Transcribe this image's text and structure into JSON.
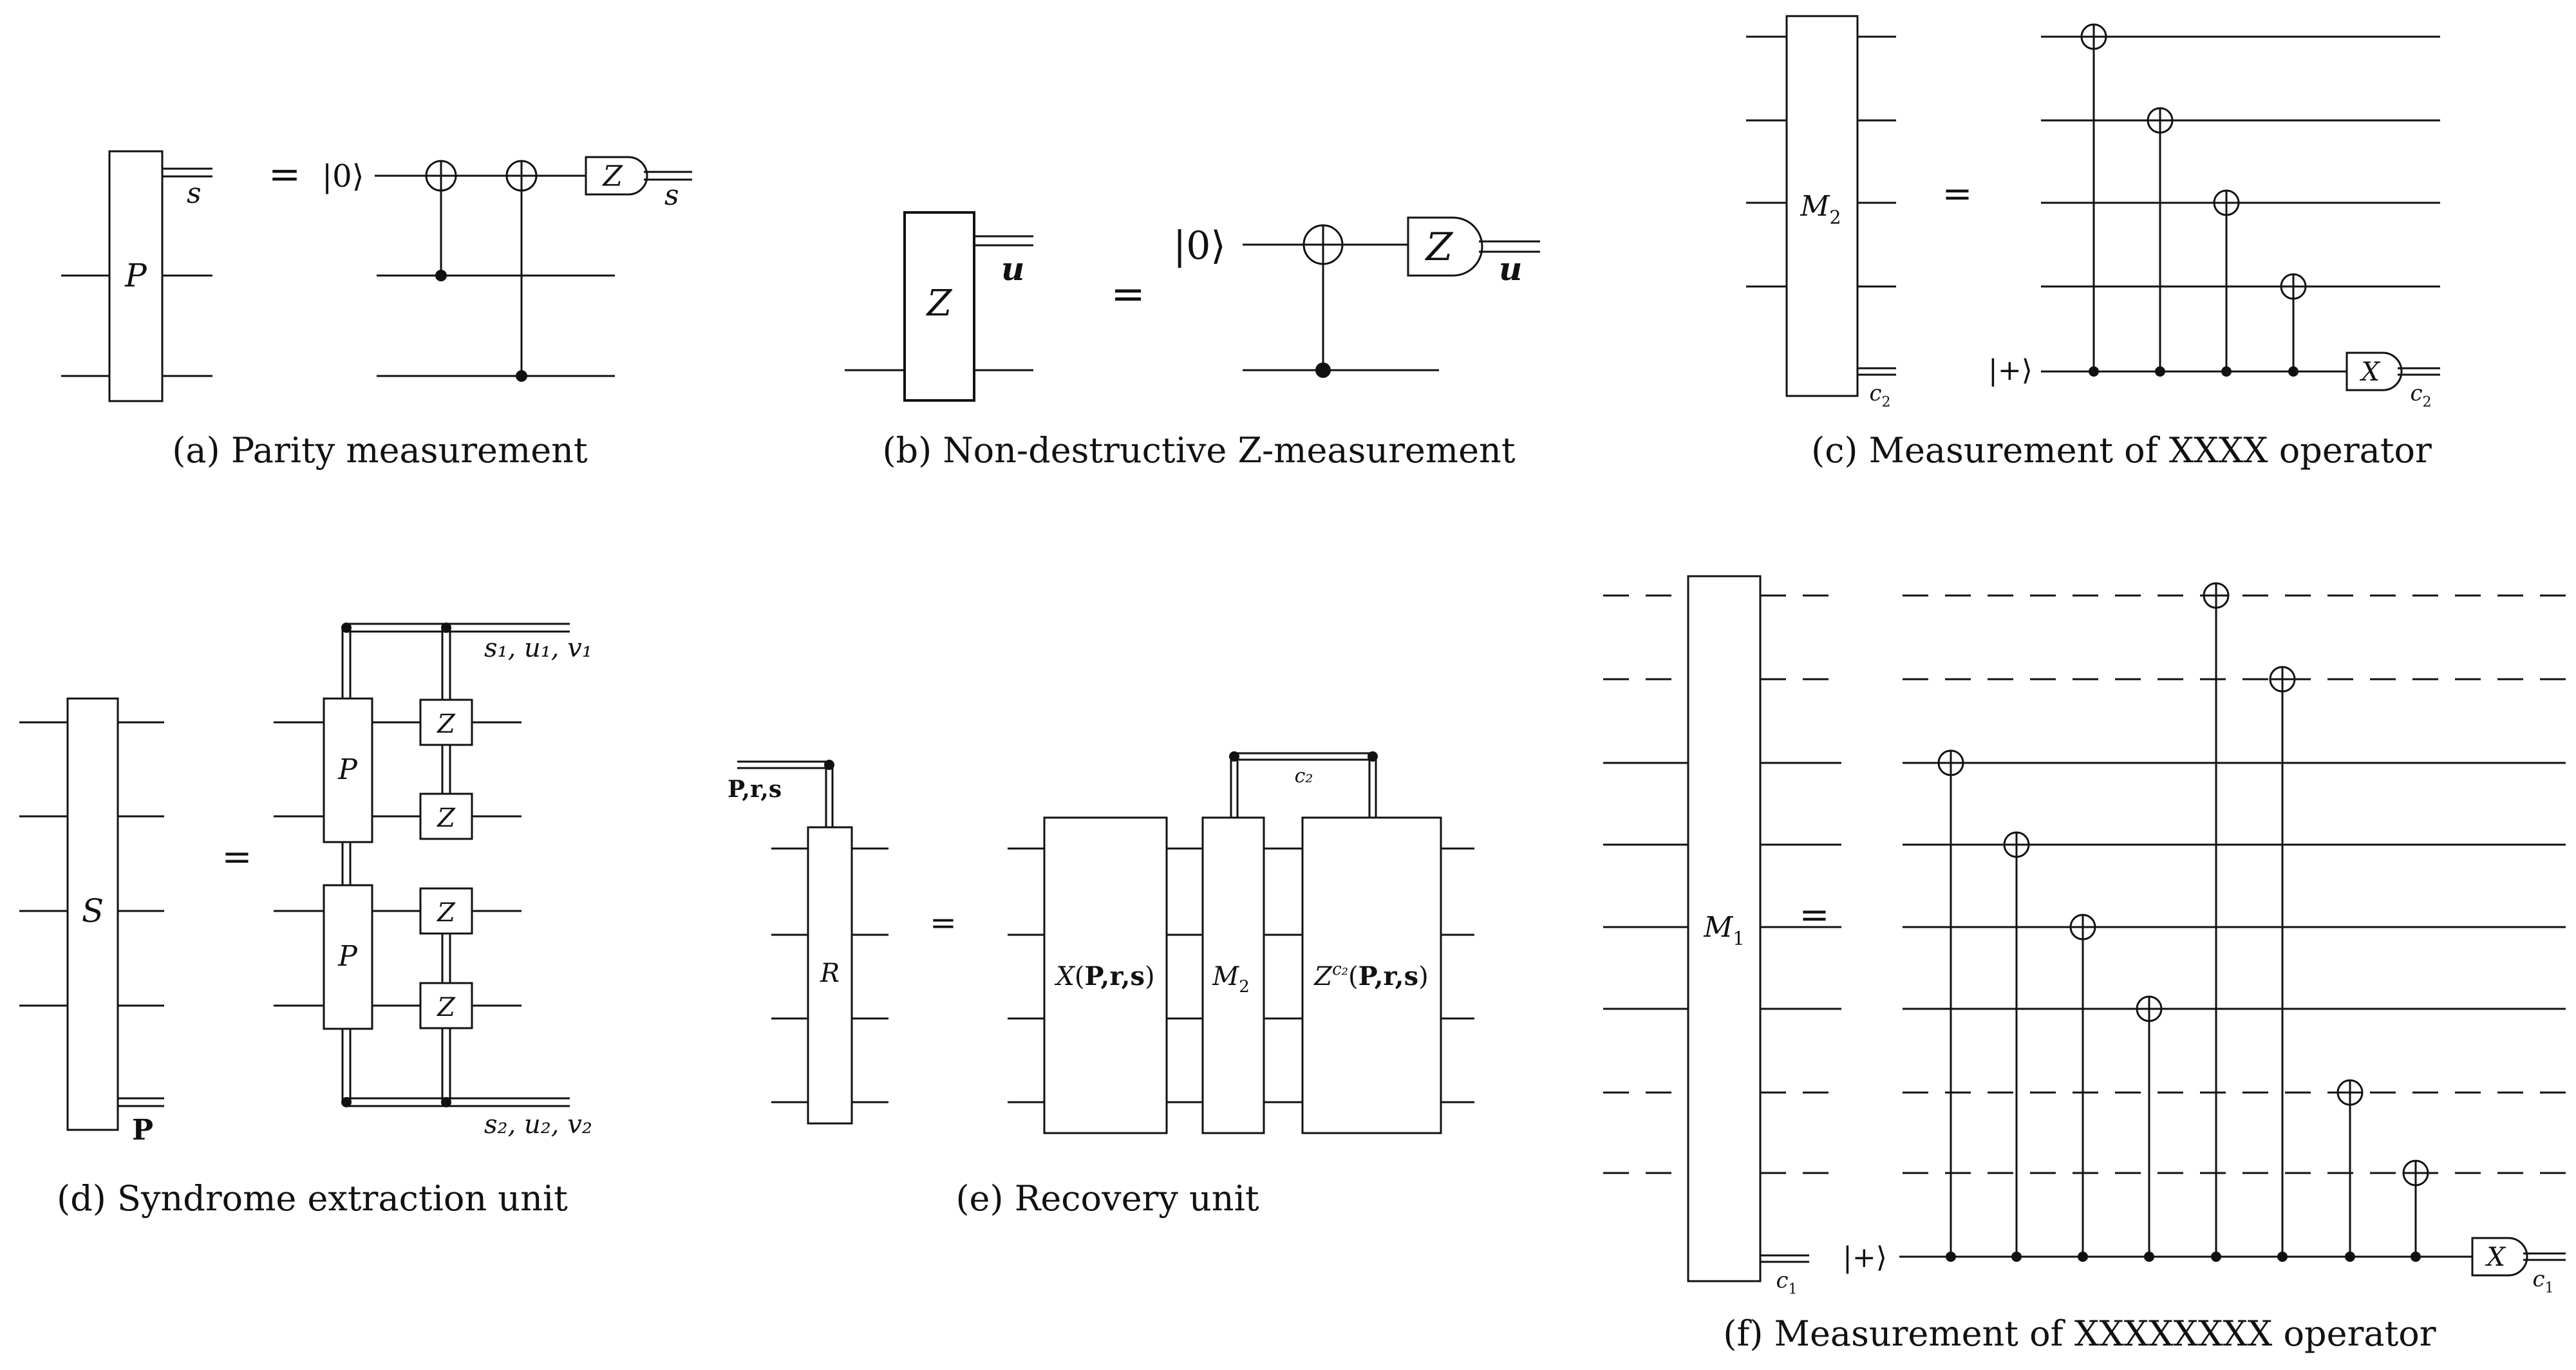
{
  "captions": {
    "a": "(a) Parity measurement",
    "b": "(b) Non-destructive Z-measurement",
    "c": "(c) Measurement of XXXX operator",
    "d": "(d) Syndrome extraction unit",
    "e": "(e) Recovery unit",
    "f": "(f) Measurement of XXXXXXXX operator"
  },
  "equals": "=",
  "a": {
    "gate": "P",
    "ancilla": "|0⟩",
    "meter": "Z",
    "out": "s"
  },
  "b": {
    "gate": "Z",
    "ancilla": "|0⟩",
    "meter": "Z",
    "out": "u"
  },
  "c": {
    "gate": "M",
    "gate_sub": "2",
    "ancilla": "|+⟩",
    "meter": "X",
    "out_base": "c",
    "out_sub": "2"
  },
  "d": {
    "gate": "S",
    "out": "P",
    "sub_p": "P",
    "sub_z": "Z",
    "top_out": "s₁, u₁, v₁",
    "bottom_out": "s₂, u₂, v₂"
  },
  "e": {
    "gate": "R",
    "in": "P,r,s",
    "x_gate": "X(P,r,s)",
    "m_gate": "M",
    "m_sub": "2",
    "z_gate": "Z^c₂(P,r,s)",
    "z_base": "Z",
    "z_sup": "c₂",
    "z_args": "(P,r,s)",
    "wire_label": "c₂"
  },
  "f": {
    "gate": "M",
    "gate_sub": "1",
    "ancilla": "|+⟩",
    "meter": "X",
    "out_base": "c",
    "out_sub": "1"
  }
}
